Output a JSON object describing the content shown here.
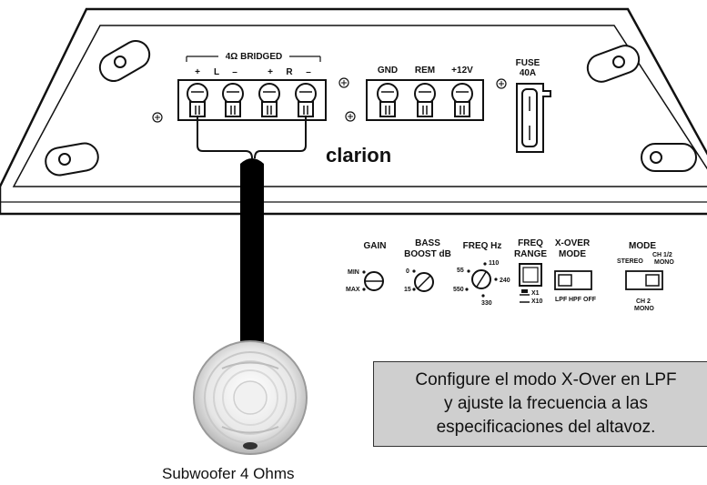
{
  "amplifier": {
    "bridged_label": "4Ω BRIDGED",
    "terminals_left": [
      "+",
      "L",
      "–",
      "+",
      "R",
      "–"
    ],
    "power_terminals": [
      "GND",
      "REM",
      "+12V"
    ],
    "fuse_label": "FUSE",
    "fuse_rating": "40A",
    "brand": "clarion"
  },
  "controls": {
    "gain": {
      "title": "GAIN",
      "min": "MIN",
      "max": "MAX"
    },
    "bass_boost": {
      "title_line1": "BASS",
      "title_line2": "BOOST dB",
      "v0": "0",
      "v15": "15"
    },
    "freq_hz": {
      "title": "FREQ Hz",
      "t55": "55",
      "t110": "110",
      "t240": "240",
      "t550": "550",
      "t330": "330"
    },
    "freq_range": {
      "title_line1": "FREQ",
      "title_line2": "RANGE",
      "x1": "X1",
      "x10": "X10"
    },
    "xover_mode": {
      "title_line1": "X-OVER",
      "title_line2": "MODE",
      "lpf": "LPF",
      "hpf": "HPF",
      "off": "OFF"
    },
    "mode": {
      "title": "MODE",
      "stereo": "STEREO",
      "ch12_line1": "CH 1/2",
      "ch12_line2": "MONO",
      "ch2_line1": "CH 2",
      "ch2_line2": "MONO"
    }
  },
  "note": {
    "line1": "Configure el modo X-Over en LPF",
    "line2": "y ajuste la frecuencia a las",
    "line3": "especificaciones del altavoz."
  },
  "speaker_caption": "Subwoofer 4 Ohms"
}
